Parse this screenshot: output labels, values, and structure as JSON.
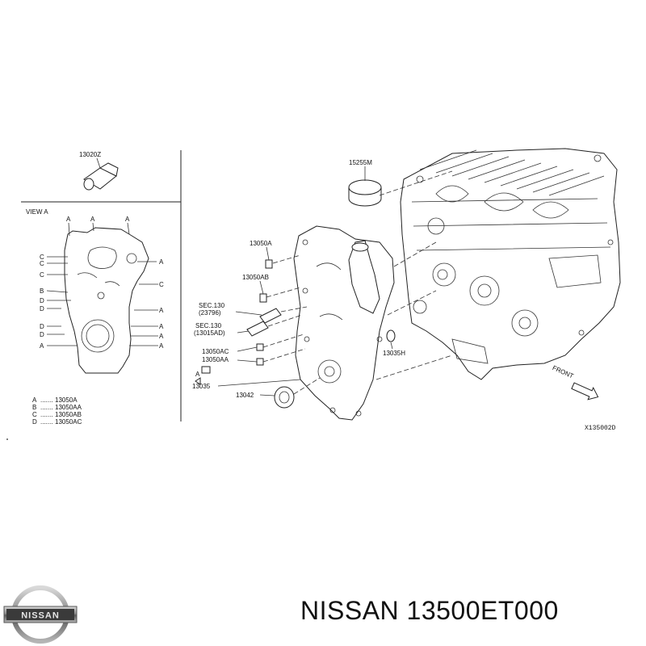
{
  "caption": {
    "brand": "NISSAN",
    "part_number": "13500ET000"
  },
  "logo": {
    "text": "NISSAN"
  },
  "diagram": {
    "drawing_code": "X135002D",
    "direction_label": "FRONT",
    "view_label": "VIEW A",
    "inset_part": "13020Z",
    "callouts": {
      "cap": "15255M",
      "bolt_a": "13050A",
      "bolt_ab": "13050AB",
      "sec1_line1": "SEC.130",
      "sec1_line2": "(23796)",
      "sec2_line1": "SEC.130",
      "sec2_line2": "(13015AD)",
      "bolt_ac": "13050AC",
      "bolt_aa": "13050AA",
      "cover": "13035",
      "seal": "13042",
      "oring": "13035H",
      "arrow_a": "A"
    },
    "legend": [
      {
        "key": "A",
        "dots": ".......",
        "part": "13050A"
      },
      {
        "key": "B",
        "dots": ".......",
        "part": "13050AA"
      },
      {
        "key": "C",
        "dots": ".......",
        "part": "13050AB"
      },
      {
        "key": "D",
        "dots": ".......",
        "part": "13050AC"
      }
    ],
    "view_markers": {
      "top": [
        "A",
        "A",
        "A"
      ],
      "left": [
        "C",
        "C",
        "C",
        "B",
        "D",
        "D",
        "D",
        "D",
        "A"
      ],
      "right": [
        "A",
        "C",
        "A",
        "A",
        "A",
        "A"
      ]
    }
  }
}
